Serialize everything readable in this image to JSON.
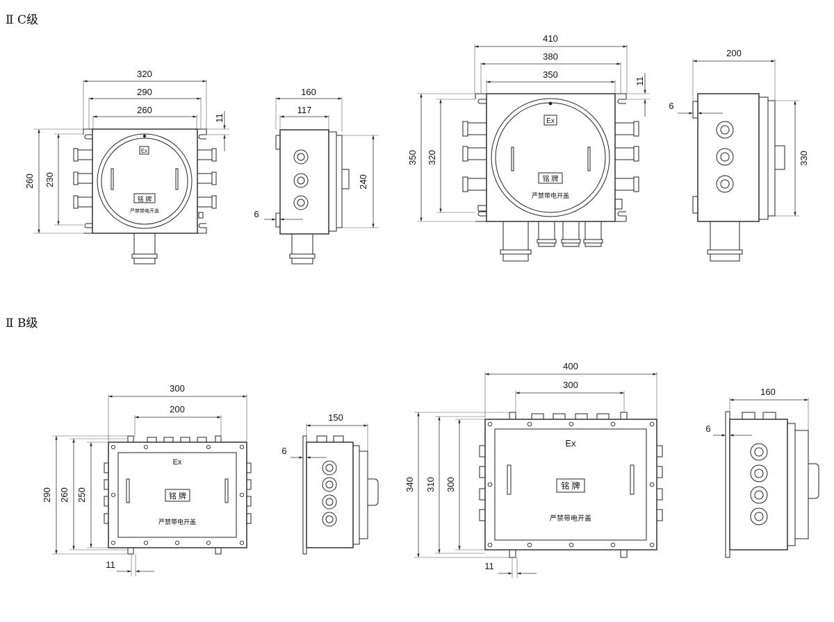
{
  "sections": {
    "iic_label": "Ⅱ C级",
    "iib_label": "Ⅱ B级"
  },
  "plate": {
    "ex_mark": "Ex",
    "nameplate": "铭 牌",
    "warning": "严禁带电开盖"
  },
  "dims": {
    "c1_w320": "320",
    "c1_w290": "290",
    "c1_w260": "260",
    "c1_h11": "11",
    "c1_h260": "260",
    "c1_h230": "230",
    "c2_w160": "160",
    "c2_w117": "117",
    "c2_h240": "240",
    "c2_d6": "6",
    "c3_w410": "410",
    "c3_w380": "380",
    "c3_w350": "350",
    "c3_h11": "11",
    "c3_h350": "350",
    "c3_h320": "320",
    "c4_w200": "200",
    "c4_d6": "6",
    "c4_h330": "330",
    "b1_w300": "300",
    "b1_w200": "200",
    "b1_h290": "290",
    "b1_h260": "260",
    "b1_h250": "250",
    "b1_d11": "11",
    "b2_w150": "150",
    "b2_d6": "6",
    "b3_w400": "400",
    "b3_w300": "300",
    "b3_h340": "340",
    "b3_h310": "310",
    "b3_h300": "300",
    "b3_d11": "11",
    "b4_w160": "160",
    "b4_d6": "6"
  }
}
